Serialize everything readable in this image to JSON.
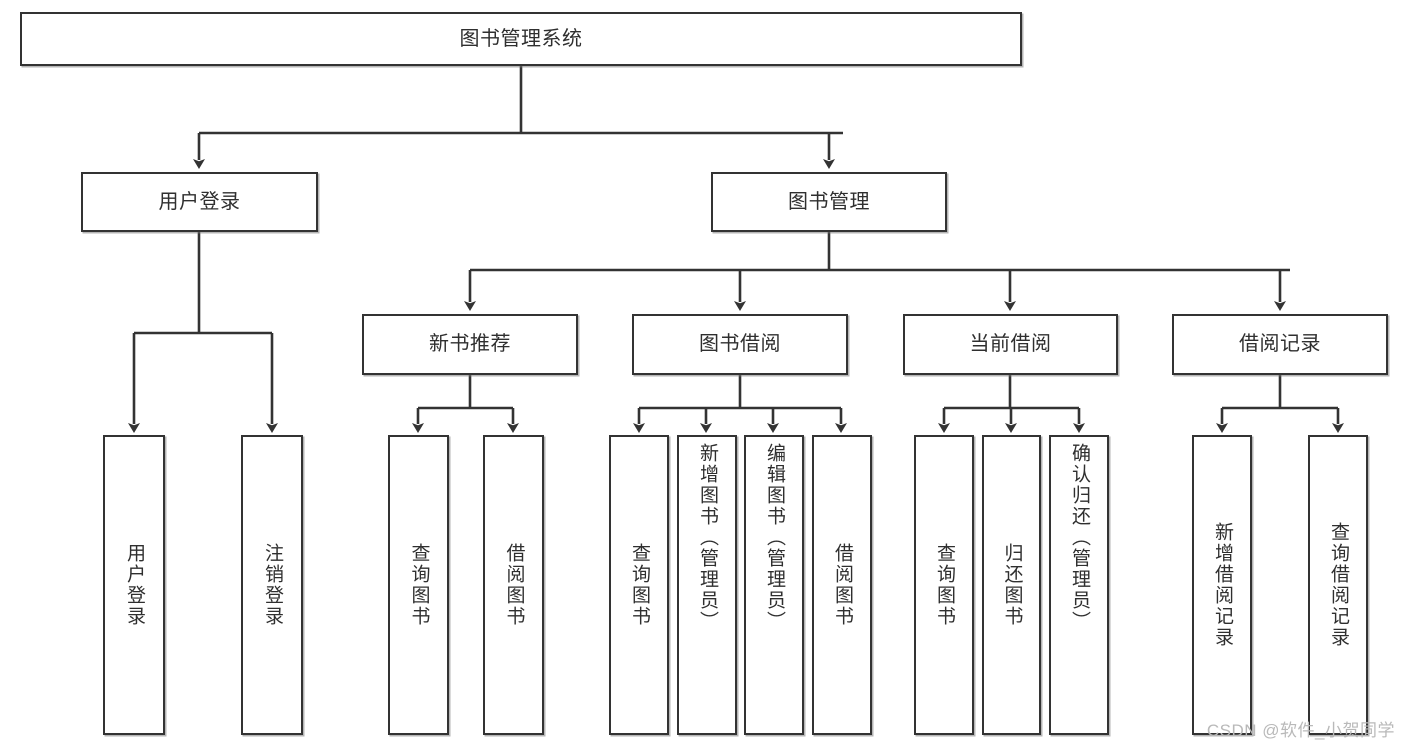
{
  "diagram": {
    "title_node": {
      "id": "root",
      "label": "图书管理系统"
    },
    "level1": [
      {
        "id": "user-login",
        "label": "用户登录"
      },
      {
        "id": "book-manage",
        "label": "图书管理"
      }
    ],
    "level2": [
      {
        "id": "new-book-recommend",
        "label": "新书推荐"
      },
      {
        "id": "book-borrow",
        "label": "图书借阅"
      },
      {
        "id": "current-borrow",
        "label": "当前借阅"
      },
      {
        "id": "borrow-record",
        "label": "借阅记录"
      }
    ],
    "leaves": {
      "user_login": [
        {
          "id": "leaf-user-login",
          "label": "用户登录"
        },
        {
          "id": "leaf-logout-login",
          "label": "注销登录"
        }
      ],
      "new_book_recommend": [
        {
          "id": "leaf-query-book-1",
          "label": "查询图书"
        },
        {
          "id": "leaf-borrow-book-1",
          "label": "借阅图书"
        }
      ],
      "book_borrow": [
        {
          "id": "leaf-query-book-2",
          "label": "查询图书"
        },
        {
          "id": "leaf-add-book",
          "label": "新增图书（管理员）"
        },
        {
          "id": "leaf-edit-book",
          "label": "编辑图书（管理员）"
        },
        {
          "id": "leaf-borrow-book-2",
          "label": "借阅图书"
        }
      ],
      "current_borrow": [
        {
          "id": "leaf-query-book-3",
          "label": "查询图书"
        },
        {
          "id": "leaf-return-book",
          "label": "归还图书"
        },
        {
          "id": "leaf-confirm-return",
          "label": "确认归还（管理员）"
        }
      ],
      "borrow_record": [
        {
          "id": "leaf-add-record",
          "label": "新增借阅记录"
        },
        {
          "id": "leaf-query-record",
          "label": "查询借阅记录"
        }
      ]
    },
    "watermark": "CSDN @软件_小贺同学",
    "colors": {
      "stroke": "#333333",
      "box_fill": "#ffffff",
      "text": "#2f2f2f",
      "watermark": "#b9b9b9",
      "background": "#ffffff"
    }
  }
}
